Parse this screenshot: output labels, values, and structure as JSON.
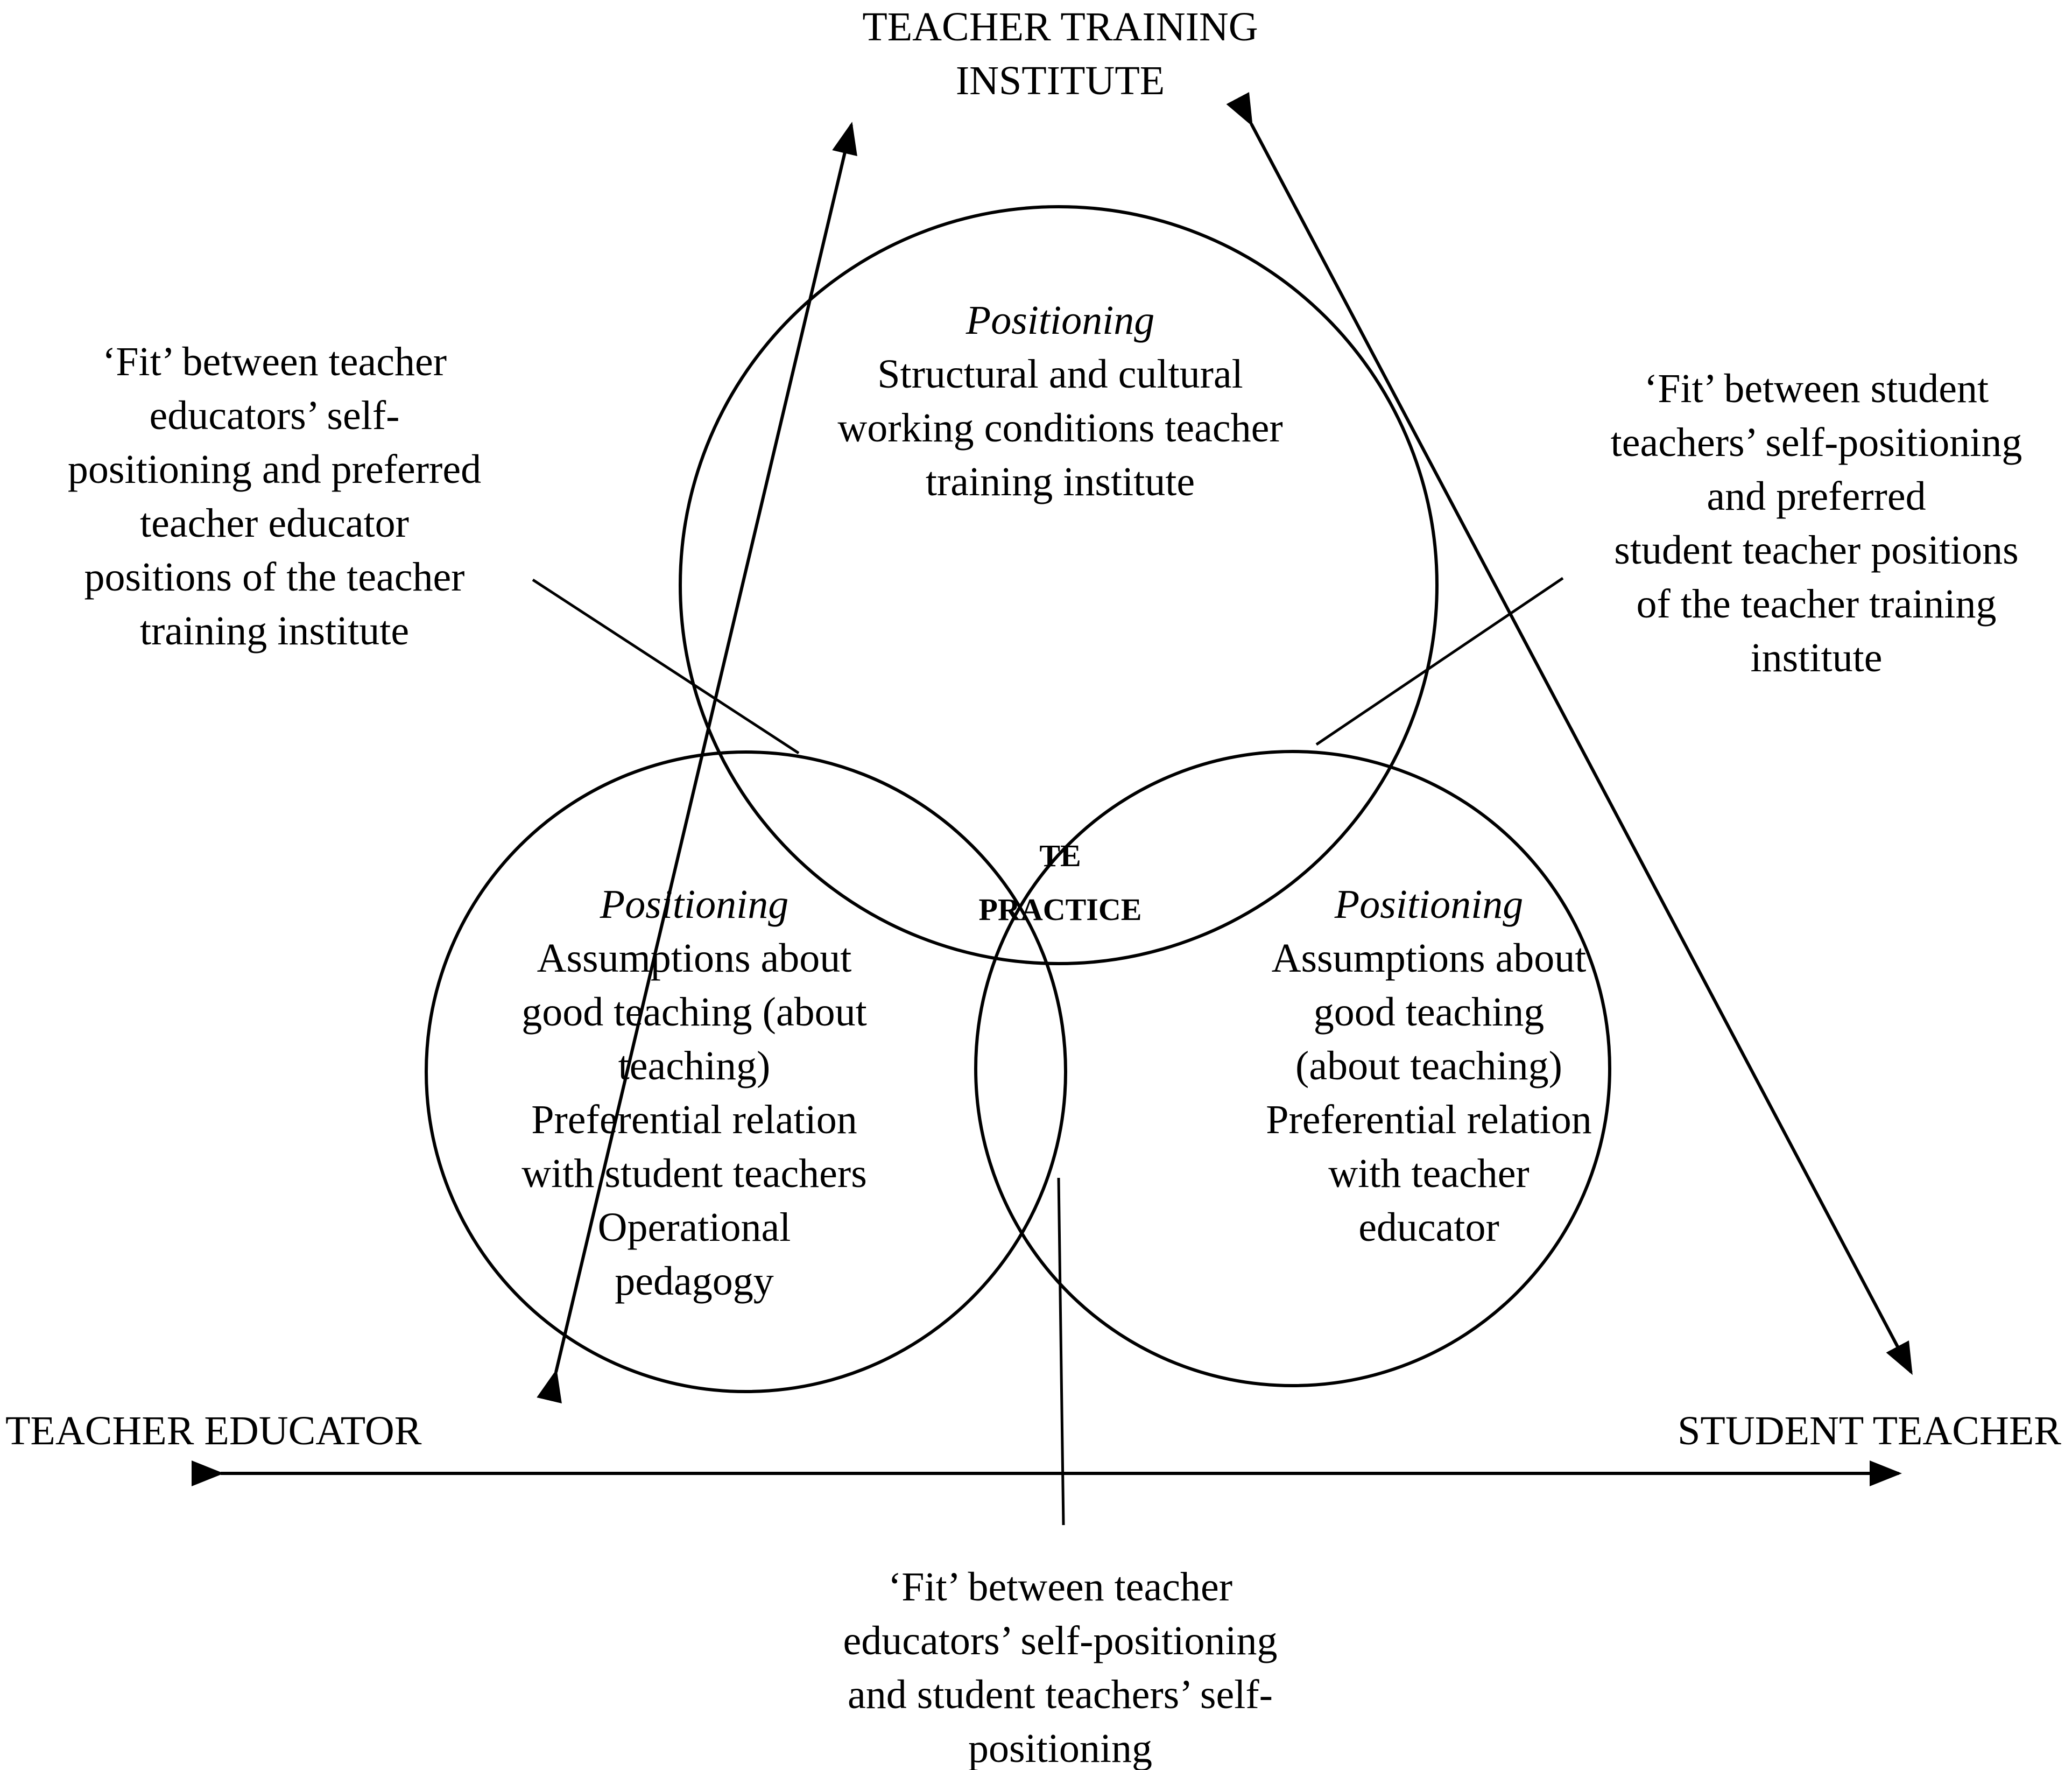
{
  "labels": {
    "top": "TEACHER TRAINING\nINSTITUTE",
    "left": "TEACHER EDUCATOR",
    "right": "STUDENT TEACHER",
    "center": "TE\nPRACTICE"
  },
  "circles": {
    "top": {
      "title": "Positioning",
      "body": "Structural and cultural\nworking conditions teacher\ntraining institute"
    },
    "left": {
      "title": "Positioning",
      "body": "Assumptions about\ngood teaching (about\nteaching)\nPreferential relation\nwith student teachers\nOperational\npedagogy"
    },
    "right": {
      "title": "Positioning",
      "body": "Assumptions about\ngood teaching\n(about teaching)\nPreferential relation\nwith teacher\neducator"
    }
  },
  "annotations": {
    "left": "‘Fit’ between teacher\neducators’ self-\npositioning and preferred\nteacher educator\npositions of the teacher\ntraining institute",
    "right": "‘Fit’ between student\nteachers’ self-positioning\nand preferred\nstudent teacher positions\nof the teacher training\ninstitute",
    "bottom": "‘Fit’ between teacher\neducators’ self-positioning\nand student teachers’ self-\npositioning"
  },
  "colors": {
    "ink": "#000000",
    "background": "#ffffff"
  }
}
